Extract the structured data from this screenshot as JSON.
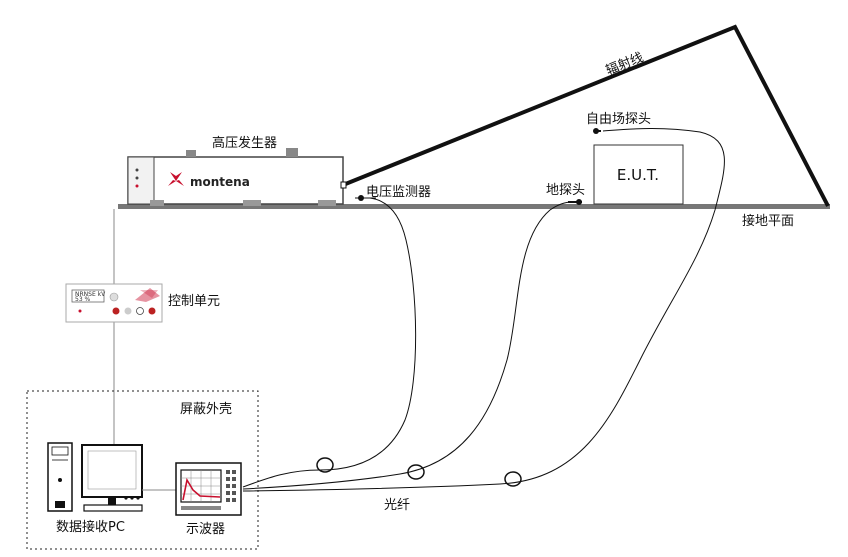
{
  "labels": {
    "generator": "高压发生器",
    "radiation_line": "辐射线",
    "field_probe": "自由场探头",
    "eut": "E.U.T.",
    "voltage_monitor": "电压监测器",
    "ground_probe": "地探头",
    "ground_plane": "接地平面",
    "control_unit": "控制单元",
    "shield": "屏蔽外壳",
    "pc": "数据接收PC",
    "oscilloscope": "示波器",
    "fiber": "光纤",
    "brand": "montena",
    "control_display_line1": "NRNSE kV",
    "control_display_line2": "53 %"
  },
  "colors": {
    "ground_plane": "#777777",
    "brand_red": "#c8102e",
    "lines": "#111111"
  }
}
